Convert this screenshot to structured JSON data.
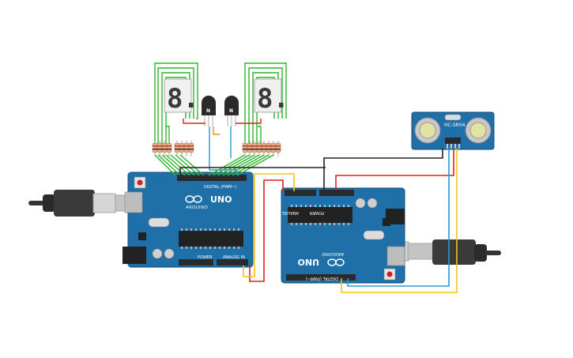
{
  "boards": {
    "left": {
      "model": "UNO",
      "brand": "ARDUINO",
      "digital_label": "DIGITAL (PWM~)",
      "power_label": "POWER",
      "analog_label": "ANALOG IN"
    },
    "right": {
      "model": "UNO",
      "brand": "ARDUINO",
      "digital_label": "DIGITAL (PWM~)",
      "power_label": "POWER",
      "analog_label": "ANALOG IN"
    }
  },
  "displays": {
    "left_digit": "8.",
    "right_digit": "8."
  },
  "transistors": {
    "left_label": "N",
    "right_label": "N"
  },
  "sensor": {
    "label": "HC-SR04"
  },
  "colors": {
    "board": "#1f6fa8",
    "wire_green": "#2db52d",
    "wire_red": "#e0201c",
    "wire_yellow": "#f0c419",
    "wire_blue": "#2a9ad4",
    "wire_black": "#222222"
  }
}
